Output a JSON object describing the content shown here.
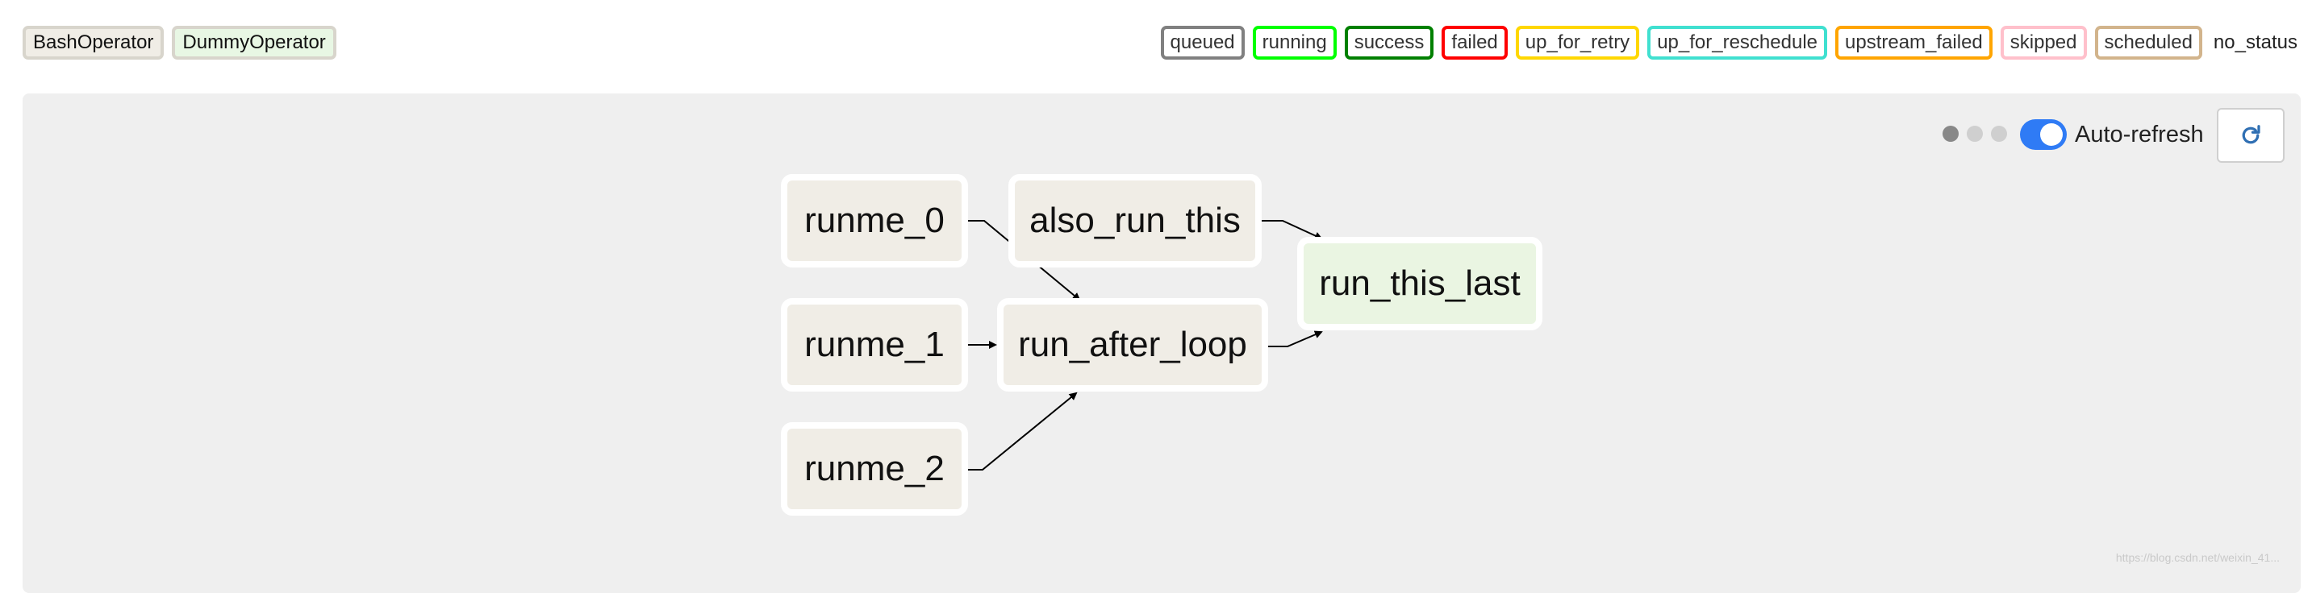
{
  "operators": [
    {
      "label": "BashOperator",
      "color": "#f0ede6"
    },
    {
      "label": "DummyOperator",
      "color": "#e8f7e4"
    }
  ],
  "statuses": [
    {
      "label": "queued",
      "color": "#808080"
    },
    {
      "label": "running",
      "color": "#00ff00"
    },
    {
      "label": "success",
      "color": "#008000"
    },
    {
      "label": "failed",
      "color": "#ff0000"
    },
    {
      "label": "up_for_retry",
      "color": "#ffd700"
    },
    {
      "label": "up_for_reschedule",
      "color": "#40e0d0"
    },
    {
      "label": "upstream_failed",
      "color": "#ffa500"
    },
    {
      "label": "skipped",
      "color": "#ffc0cb"
    },
    {
      "label": "scheduled",
      "color": "#d2b48c"
    }
  ],
  "no_status_label": "no_status",
  "controls": {
    "auto_refresh_label": "Auto-refresh",
    "auto_refresh_on": true,
    "refresh_icon": "refresh-icon"
  },
  "graph": {
    "nodes": [
      {
        "id": "runme_0",
        "label": "runme_0",
        "operator": "BashOperator"
      },
      {
        "id": "runme_1",
        "label": "runme_1",
        "operator": "BashOperator"
      },
      {
        "id": "runme_2",
        "label": "runme_2",
        "operator": "BashOperator"
      },
      {
        "id": "also_run_this",
        "label": "also_run_this",
        "operator": "BashOperator"
      },
      {
        "id": "run_after_loop",
        "label": "run_after_loop",
        "operator": "BashOperator"
      },
      {
        "id": "run_this_last",
        "label": "run_this_last",
        "operator": "DummyOperator"
      }
    ],
    "edges": [
      {
        "from": "runme_0",
        "to": "run_after_loop"
      },
      {
        "from": "runme_1",
        "to": "run_after_loop"
      },
      {
        "from": "runme_2",
        "to": "run_after_loop"
      },
      {
        "from": "also_run_this",
        "to": "run_this_last"
      },
      {
        "from": "run_after_loop",
        "to": "run_this_last"
      }
    ]
  },
  "watermark": "https://blog.csdn.net/weixin_41..."
}
